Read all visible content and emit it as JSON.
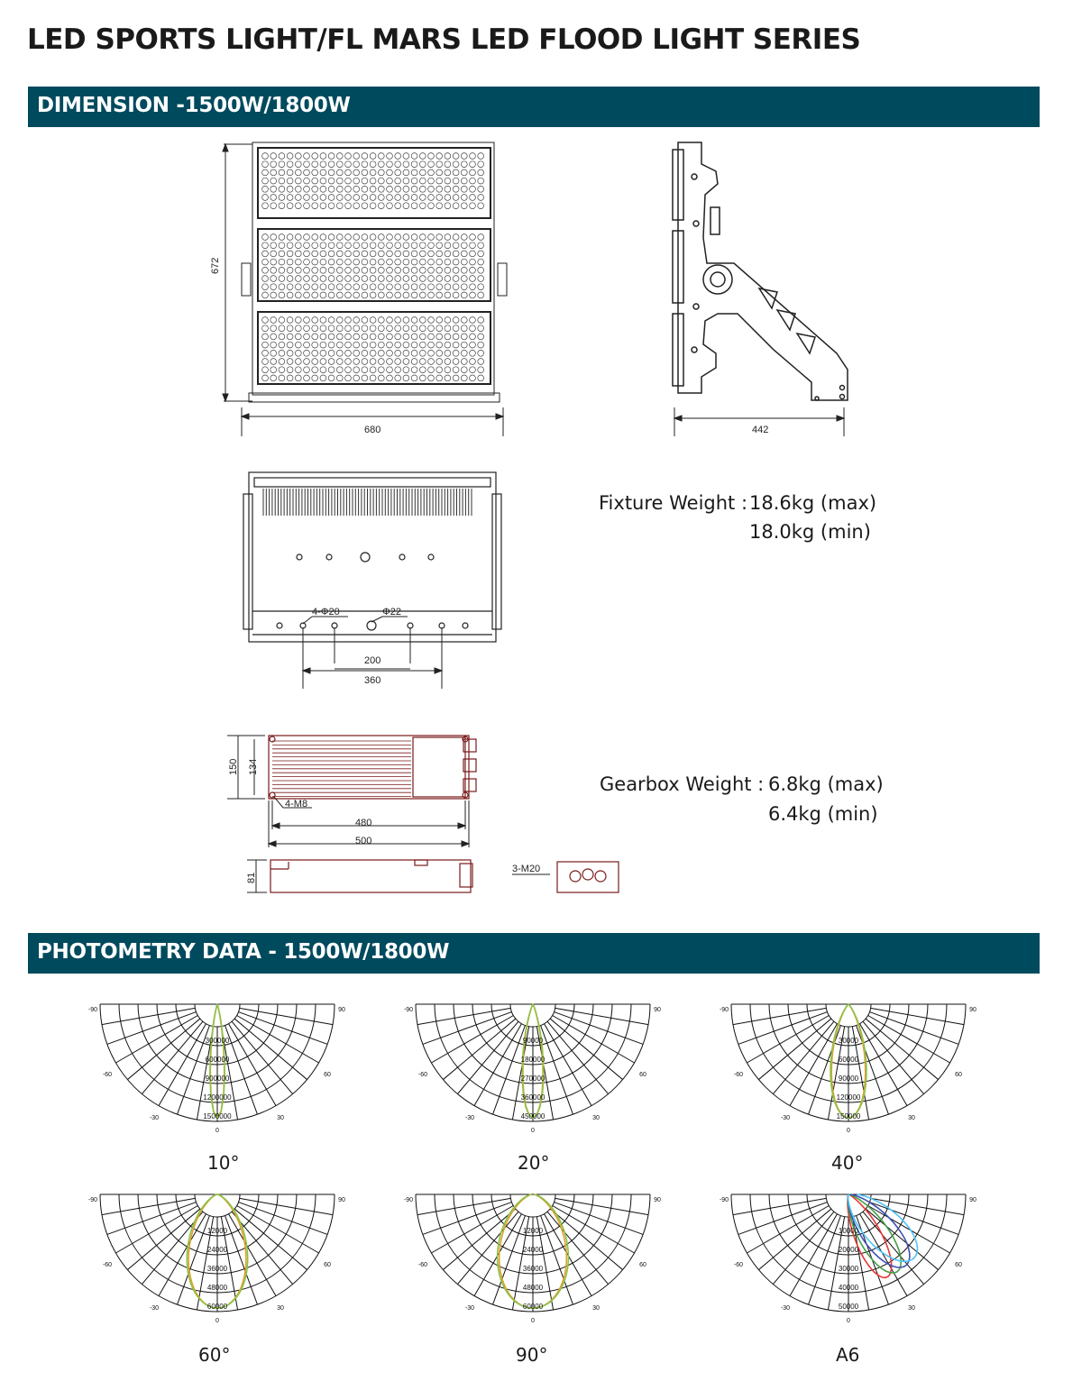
{
  "title": "LED SPORTS LIGHT/FL MARS LED FLOOD LIGHT SERIES",
  "sections": {
    "dimension": "DIMENSION -1500W/1800W",
    "photometry": "PHOTOMETRY DATA - 1500W/1800W"
  },
  "dimensions": {
    "front_height": "672",
    "front_width": "680",
    "side_width": "442",
    "hole_label": "4-Φ20",
    "center_hole_label": "Φ22",
    "inner_spacing": "200",
    "outer_spacing": "360",
    "gearbox_height_outer": "150",
    "gearbox_height_inner": "134",
    "gearbox_mount_label": "4-M8",
    "gearbox_inner_length": "480",
    "gearbox_outer_length": "500",
    "gearbox_depth": "81",
    "gland_label": "3-M20"
  },
  "fixture_weight": {
    "label": "Fixture Weight :",
    "max": "18.6kg (max)",
    "min": "18.0kg (min)"
  },
  "gearbox_weight": {
    "label": "Gearbox Weight :",
    "max": "6.8kg (max)",
    "min": "6.4kg (min)"
  },
  "polar_axis": {
    "left": "-90",
    "right": "90",
    "mid_left": "-60",
    "mid_right": "60",
    "low_left": "-30",
    "low_right": "30",
    "bottom": "0"
  },
  "photometry": [
    {
      "beam": "10°",
      "ring_values": [
        "300000",
        "600000",
        "900000",
        "1200000",
        "1500000"
      ],
      "curve_colors": [
        "#e0a030",
        "#8bc34a"
      ],
      "lobe": 0.09
    },
    {
      "beam": "20°",
      "ring_values": [
        "90000",
        "180000",
        "270000",
        "360000",
        "450000"
      ],
      "curve_colors": [
        "#e0a030",
        "#8bc34a"
      ],
      "lobe": 0.13
    },
    {
      "beam": "40°",
      "ring_values": [
        "30000",
        "60000",
        "90000",
        "120000",
        "150000"
      ],
      "curve_colors": [
        "#e0a030",
        "#8bc34a"
      ],
      "lobe": 0.22
    },
    {
      "beam": "60°",
      "ring_values": [
        "12000",
        "24000",
        "36000",
        "48000",
        "60000"
      ],
      "curve_colors": [
        "#e0a030",
        "#8bc34a"
      ],
      "lobe": 0.38
    },
    {
      "beam": "90°",
      "ring_values": [
        "12000",
        "24000",
        "36000",
        "48000",
        "60000"
      ],
      "curve_colors": [
        "#e0a030",
        "#8bc34a"
      ],
      "lobe": 0.45
    },
    {
      "beam": "A6",
      "ring_values": [
        "10000",
        "20000",
        "30000",
        "40000",
        "50000"
      ],
      "curve_colors": [
        "#e53935",
        "#43a047",
        "#3f51b5",
        "#4fc3f7"
      ],
      "lobe": 0.0
    }
  ]
}
